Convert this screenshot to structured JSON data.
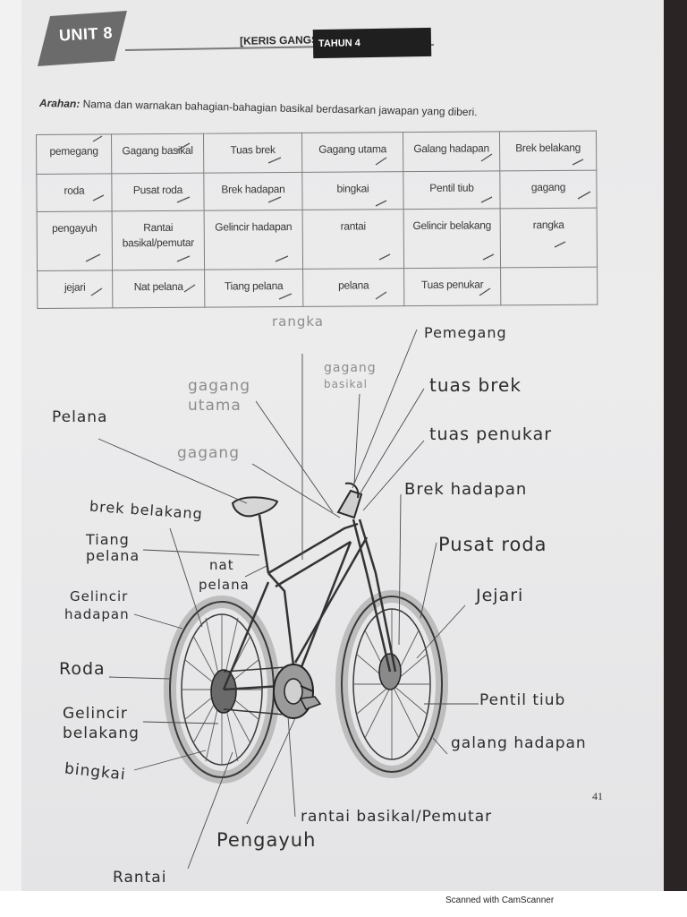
{
  "header": {
    "unit": "UNIT 8",
    "series": "[KERIS GANGSA]",
    "level": "TAHUN 4"
  },
  "instruction": {
    "label": "Arahan:",
    "text": "Nama dan warnakan bahagian-bahagian basikal berdasarkan jawapan yang diberi."
  },
  "word_table": [
    [
      "pemegang",
      "Gagang basikal",
      "Tuas brek",
      "Gagang utama",
      "Galang hadapan",
      "Brek belakang"
    ],
    [
      "roda",
      "Pusat roda",
      "Brek hadapan",
      "bingkai",
      "Pentil tiub",
      "gagang"
    ],
    [
      "pengayuh",
      "Rantai basikal/pemutar",
      "Gelincir hadapan",
      "rantai",
      "Gelincir belakang",
      "rangka"
    ],
    [
      "jejari",
      "Nat pelana",
      "Tiang pelana",
      "pelana",
      "Tuas penukar",
      ""
    ]
  ],
  "labels": {
    "rangka": "rangka",
    "pemegang": "Pemegang",
    "gagang_basikal_1": "gagang",
    "gagang_basikal_2": "basikal",
    "gagang_utama_1": "gagang",
    "gagang_utama_2": "utama",
    "tuas_brek": "tuas brek",
    "pelana": "Pelana",
    "tuas_penukar": "tuas penukar",
    "gagang": "gagang",
    "brek_hadapan": "Brek hadapan",
    "brek_belakang": "brek belakang",
    "tiang_pelana_1": "Tiang",
    "tiang_pelana_2": "pelana",
    "nat_pelana_1": "nat",
    "nat_pelana_2": "pelana",
    "pusat_roda": "Pusat roda",
    "gelincir_hadapan_1": "Gelincir",
    "gelincir_hadapan_2": "hadapan",
    "jejari": "Jejari",
    "roda": "Roda",
    "pentil_tiub": "Pentil tiub",
    "gelincir_belakang_1": "Gelincir",
    "gelincir_belakang_2": "belakang",
    "galang_hadapan": "galang hadapan",
    "bingkai": "bingkai",
    "rantai_basikal": "rantai basikal/Pemutar",
    "pengayuh": "Pengayuh",
    "rantai": "Rantai"
  },
  "page_number": "41",
  "footer": "Scanned with CamScanner"
}
